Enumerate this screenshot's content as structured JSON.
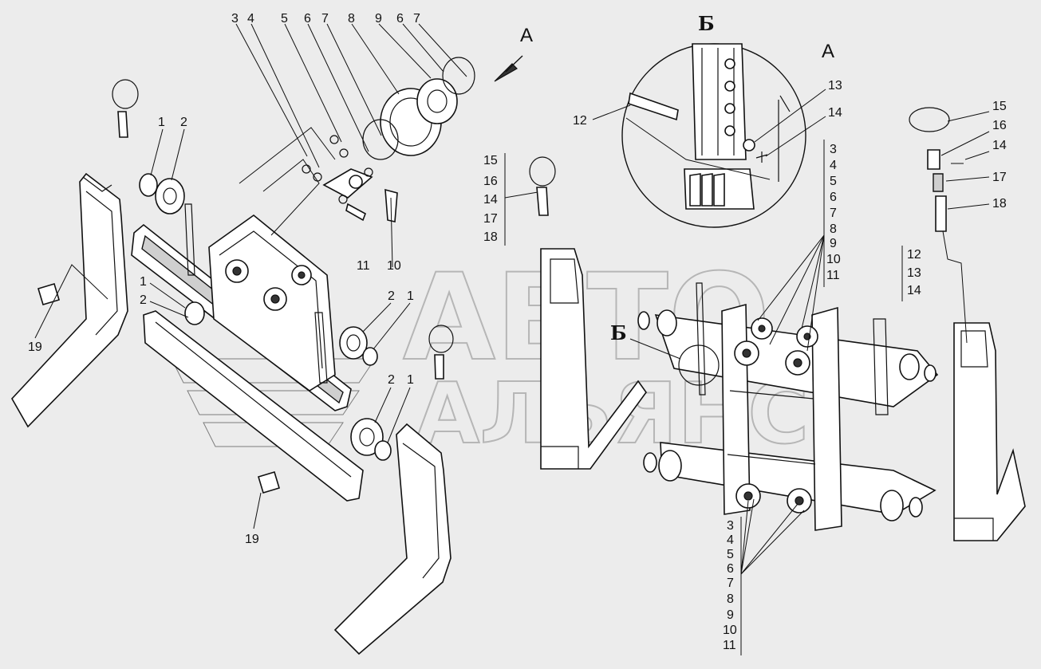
{
  "watermark": {
    "line1": "АВТО",
    "line2": "АЛЬЯНС"
  },
  "views": {
    "arrow_a": "А",
    "view_a": "А",
    "detail_b_title": "Б",
    "detail_b_marker": "Б"
  },
  "callouts": {
    "top_row": [
      "3",
      "4",
      "5",
      "6",
      "7",
      "8",
      "9",
      "6",
      "7"
    ],
    "left_1": "1",
    "left_2": "2",
    "left_1b": "1",
    "left_2b": "2",
    "center_2": "2",
    "center_1": "1",
    "lower_2": "2",
    "lower_1": "1",
    "label_11": "11",
    "label_10": "10",
    "label_19_top": "19",
    "label_19_bottom": "19",
    "detail_12": "12",
    "detail_13": "13",
    "detail_14": "14",
    "right_15": "15",
    "right_16": "16",
    "right_14": "14",
    "right_17": "17",
    "right_18": "18"
  },
  "lists": {
    "pin_group": [
      "15",
      "16",
      "14",
      "17",
      "18"
    ],
    "right_stack": [
      "3",
      "4",
      "5",
      "6",
      "7",
      "8",
      "9",
      "10",
      "11"
    ],
    "chain_group": [
      "12",
      "13",
      "14"
    ],
    "bottom_stack": [
      "3",
      "4",
      "5",
      "6",
      "7",
      "8",
      "9",
      "10",
      "11"
    ]
  }
}
